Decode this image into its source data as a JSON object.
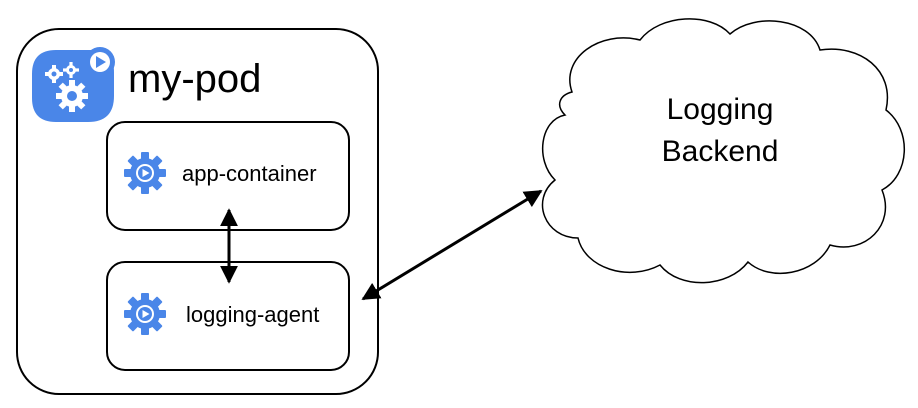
{
  "pod": {
    "title": "my-pod",
    "icon": "pod-gears-icon"
  },
  "containers": [
    {
      "label": "app-container",
      "icon": "gear-play-icon"
    },
    {
      "label": "logging-agent",
      "icon": "gear-play-icon"
    }
  ],
  "backend": {
    "line1": "Logging",
    "line2": "Backend",
    "shape": "cloud"
  },
  "colors": {
    "icon_blue": "#4a86e8",
    "stroke": "#000000",
    "background": "#ffffff"
  }
}
